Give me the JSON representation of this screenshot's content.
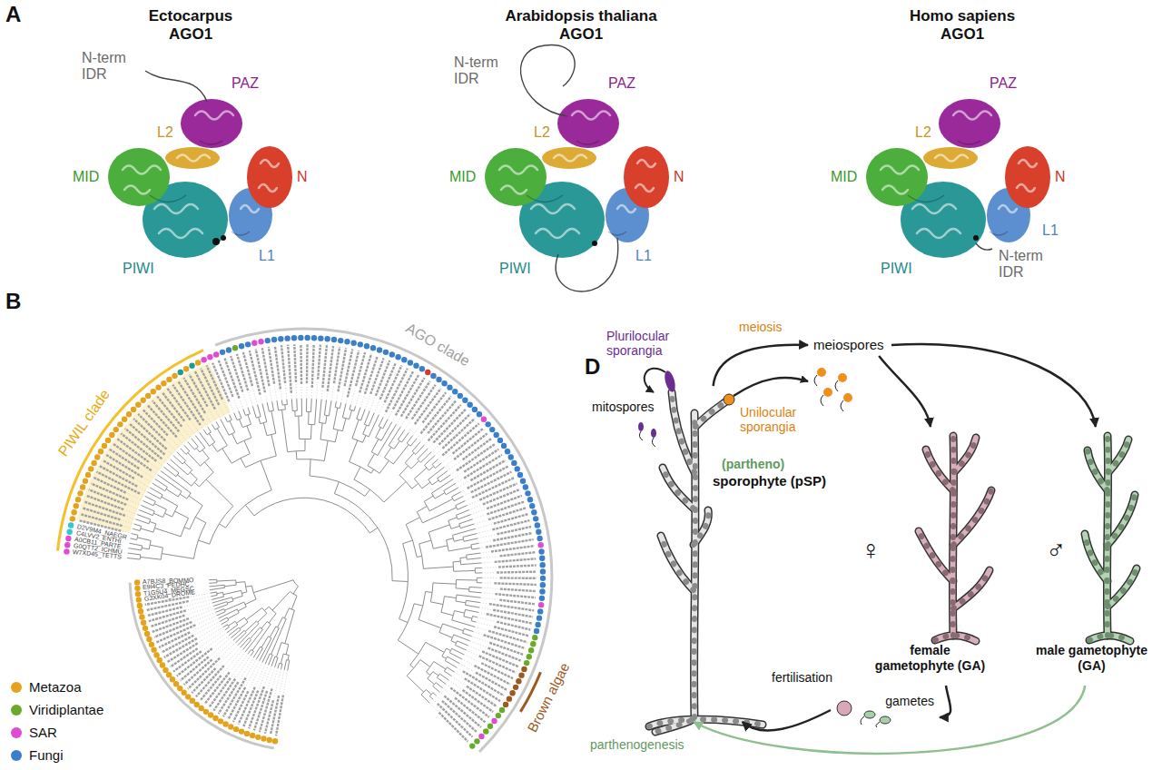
{
  "diagram": {
    "nodes": [
      {
        "text": [
          "(partheno)",
          "sporophyte (pSP)"
        ]
      },
      {
        "text": [
          "meiospores"
        ]
      },
      {
        "text": [
          "♀",
          "female gametophyte (GA)"
        ]
      },
      {
        "text": [
          "♂",
          "male gametophyte (GA)"
        ]
      },
      {
        "text": [
          "gametes"
        ]
      }
    ],
    "edges": [
      {
        "from": 0,
        "to": 1,
        "arrow": "to",
        "label": "meiosis"
      },
      {
        "from": 1,
        "to": 2,
        "arrow": "to"
      },
      {
        "from": 1,
        "to": 3,
        "arrow": "to"
      },
      {
        "from": 2,
        "to": 4,
        "arrow": "to"
      },
      {
        "from": 4,
        "to": 0,
        "arrow": "to",
        "label": "fertilisation"
      },
      {
        "from": 3,
        "to": 0,
        "arrow": "to",
        "label": "parthenogenesis"
      }
    ],
    "labels": [
      "A",
      "Ectocarpus AGO1",
      "N-term IDR",
      "PAZ",
      "L2",
      "MID",
      "N",
      "PIWI",
      "L1",
      "Arabidopsis thaliana AGO1",
      "N-term IDR",
      "PAZ",
      "L2",
      "MID",
      "N",
      "PIWI",
      "L1",
      "Homo sapiens AGO1",
      "PAZ",
      "L2",
      "MID",
      "N",
      "PIWI",
      "N-term IDR",
      "L1",
      "B",
      "PIWIL clade",
      "AGO clade",
      "Brown algae",
      "W7XD45_TETTS",
      "G0QTT2_ICHMU",
      "A0CB11_PARTE",
      "C4LVV2_ENTHI",
      "D2V9M4_NAEGR",
      "A7BJS8_BOMMO",
      "E9I4C3_PEDHC",
      "T1G5U4_MEGSC",
      "G3XK04_DROME",
      "D",
      "Plurilocular sporangia",
      "mitospores",
      "Unilocular sporangia"
    ],
    "legend": [
      {
        "text": "Metazoa",
        "color": "#e4a31c"
      },
      {
        "text": "Viridiplantae",
        "color": "#6aaa2a"
      },
      {
        "text": "SAR",
        "color": "#e04bd6"
      },
      {
        "text": "Fungi",
        "color": "#3a7fc8"
      }
    ]
  }
}
